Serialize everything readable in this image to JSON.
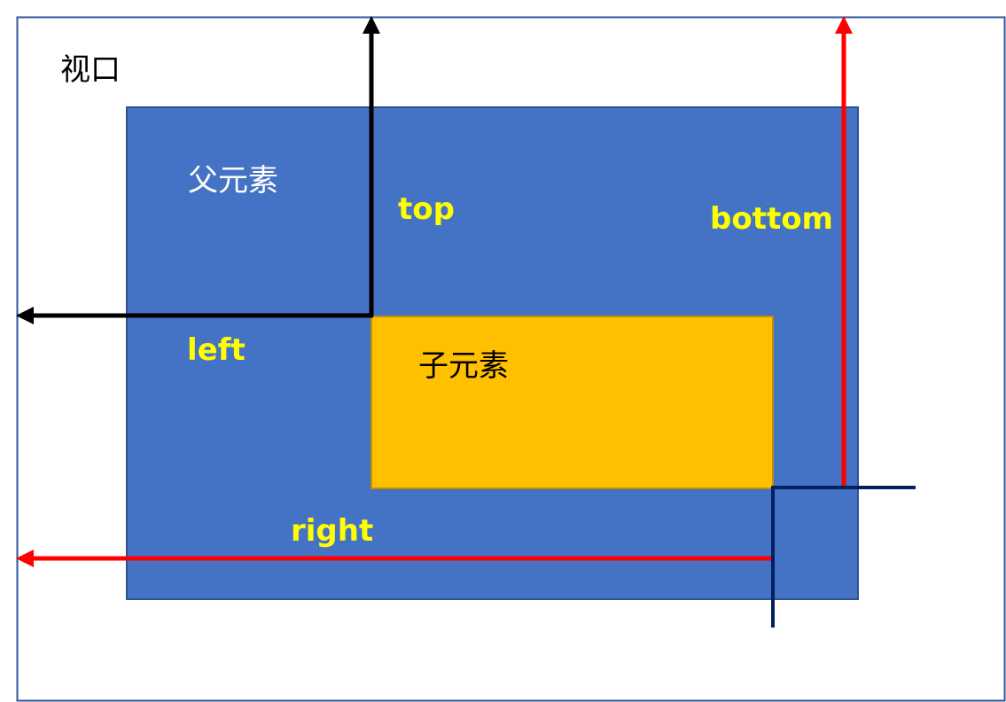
{
  "viewport_label": "视口",
  "parent_label": "父元素",
  "child_label": "子元素",
  "labels": {
    "top": "top",
    "bottom": "bottom",
    "left": "left",
    "right": "right"
  },
  "colors": {
    "viewport_border": "#2f5597",
    "parent_fill": "#4472c4",
    "child_fill": "#ffc000",
    "label_yellow": "#ffff00",
    "arrow_black": "#000000",
    "arrow_red": "#ff0000",
    "guide_navy": "#002060"
  }
}
